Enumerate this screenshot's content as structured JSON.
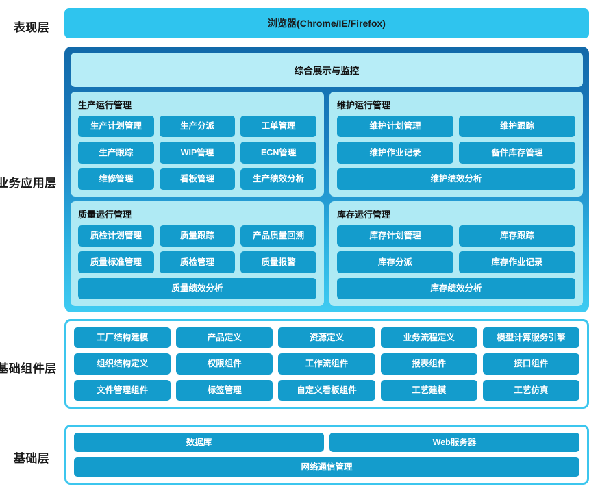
{
  "layers": [
    {
      "label": "表现层"
    },
    {
      "label": "业务应用层"
    },
    {
      "label": "基础组件层"
    },
    {
      "label": "基础层"
    }
  ],
  "presentation": {
    "label": "表现层",
    "browser_bar": "浏览器(Chrome/IE/Firefox)"
  },
  "business": {
    "label": "业务应用层",
    "monitor_banner": "综合展示与监控",
    "panels": [
      {
        "title": "生产运行管理",
        "rows": [
          [
            "生产计划管理",
            "生产分派",
            "工单管理"
          ],
          [
            "生产跟踪",
            "WIP管理",
            "ECN管理"
          ],
          [
            "维修管理",
            "看板管理",
            "生产绩效分析"
          ]
        ]
      },
      {
        "title": "维护运行管理",
        "rows": [
          [
            "维护计划管理",
            "维护跟踪"
          ],
          [
            "维护作业记录",
            "备件库存管理"
          ],
          [
            "维护绩效分析"
          ]
        ]
      },
      {
        "title": "质量运行管理",
        "rows": [
          [
            "质检计划管理",
            "质量跟踪",
            "产品质量回溯"
          ],
          [
            "质量标准管理",
            "质检管理",
            "质量报警"
          ],
          [
            "质量绩效分析"
          ]
        ]
      },
      {
        "title": "库存运行管理",
        "rows": [
          [
            "库存计划管理",
            "库存跟踪"
          ],
          [
            "库存分派",
            "库存作业记录"
          ],
          [
            "库存绩效分析"
          ]
        ]
      }
    ]
  },
  "components": {
    "label": "基础组件层",
    "rows": [
      [
        "工厂结构建模",
        "产品定义",
        "资源定义",
        "业务流程定义",
        "模型计算服务引擎"
      ],
      [
        "组织结构定义",
        "权限组件",
        "工作流组件",
        "报表组件",
        "接口组件"
      ],
      [
        "文件管理组件",
        "标签管理",
        "自定义看板组件",
        "工艺建模",
        "工艺仿真"
      ]
    ]
  },
  "infrastructure": {
    "label": "基础层",
    "rows": [
      [
        "数据库",
        "Web服务器"
      ],
      [
        "网络通信管理"
      ]
    ]
  },
  "colors": {
    "browser_bar": "#2FC4EE",
    "button": "#149CCC",
    "panel_bg": "#AFEAF4",
    "banner_bg": "#B7EDF7",
    "border_cyan": "#3CC6EE",
    "border_dark_blue": "#1269A9",
    "text_dark": "#1a1a1a",
    "text_light": "#ffffff"
  }
}
